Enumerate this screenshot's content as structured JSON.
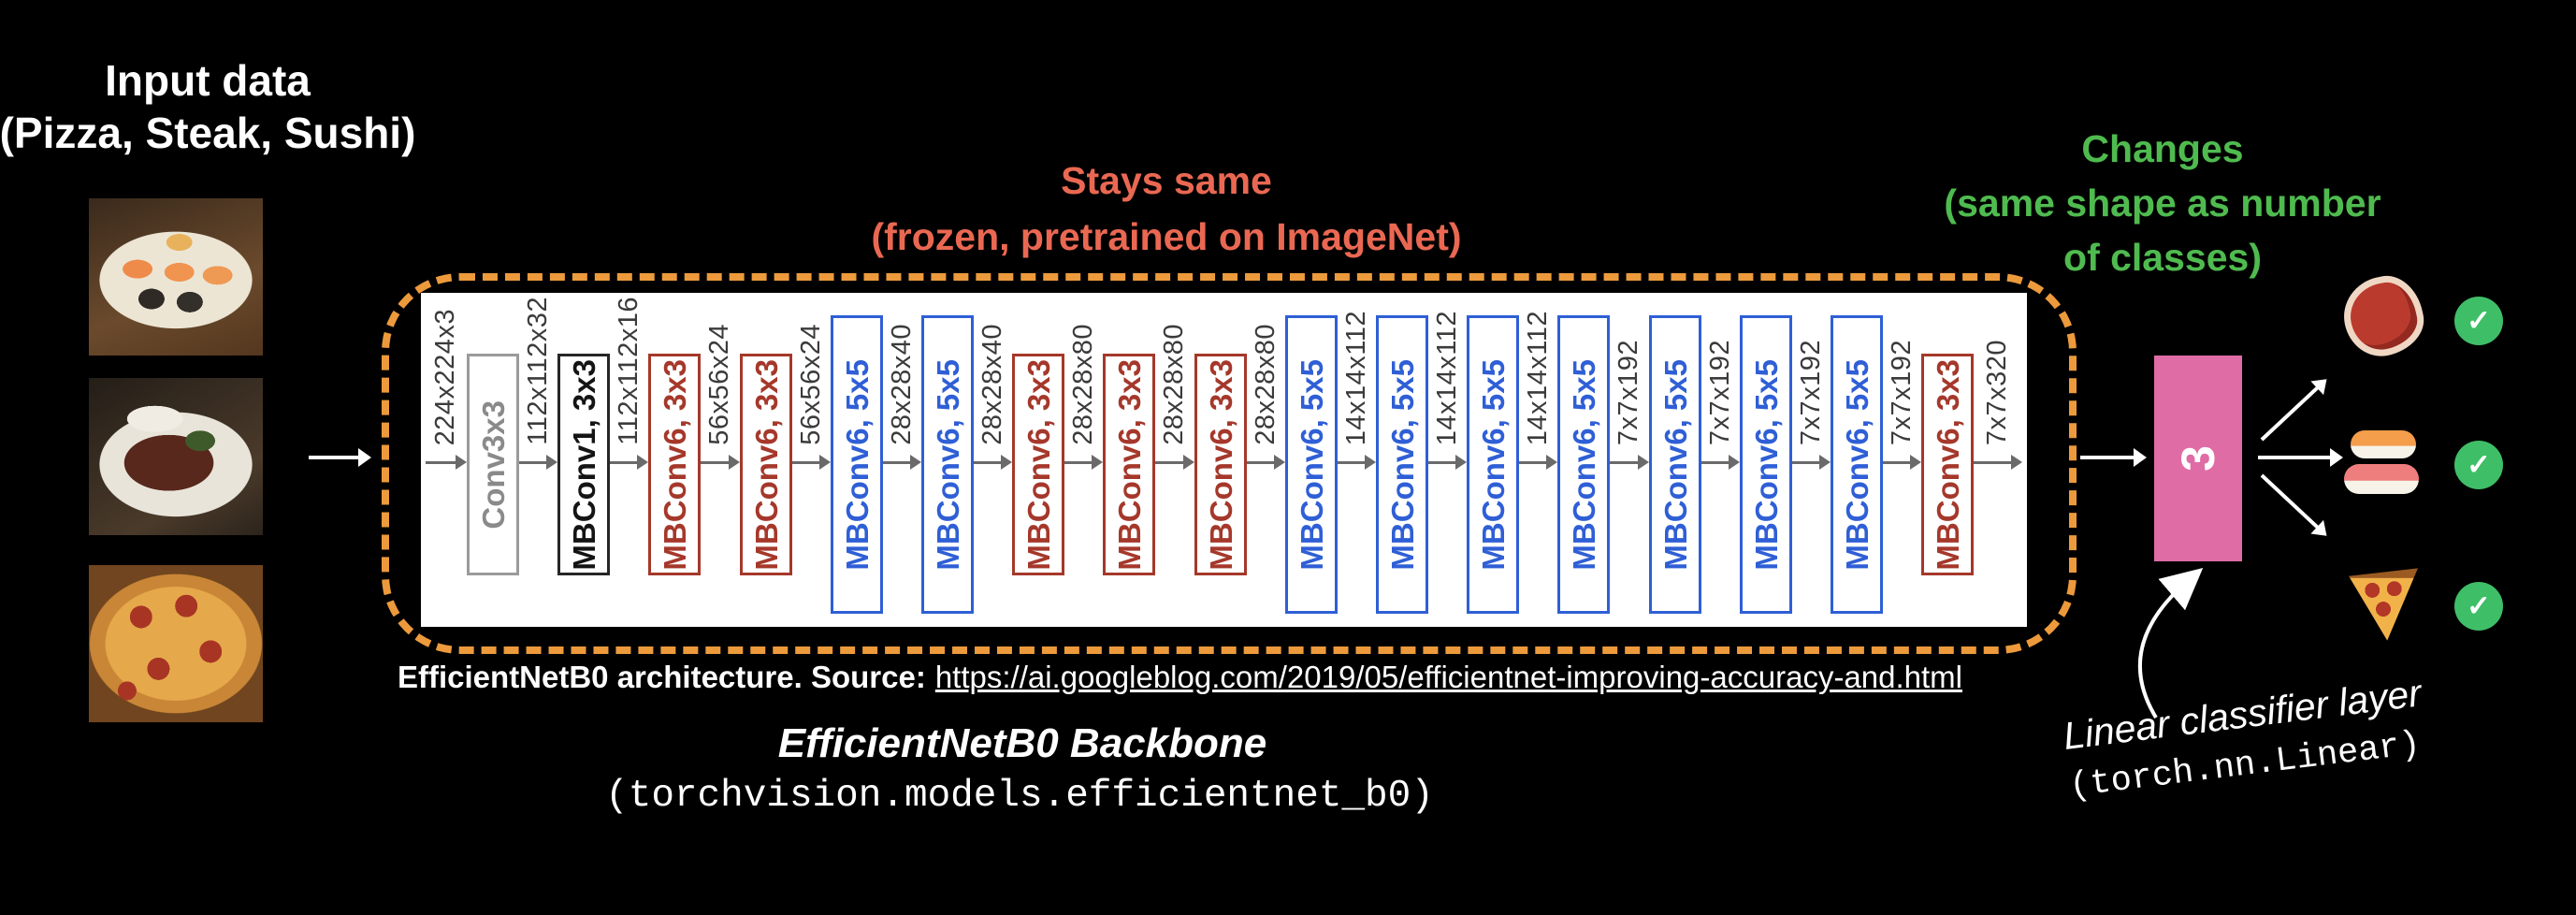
{
  "input": {
    "heading_line1": "Input data",
    "heading_line2": "(Pizza, Steak, Sushi)",
    "images": [
      {
        "name": "sushi"
      },
      {
        "name": "steak"
      },
      {
        "name": "pizza"
      }
    ]
  },
  "frozen": {
    "line1": "Stays same",
    "line2": "(frozen, pretrained on ImageNet)"
  },
  "changes": {
    "line1": "Changes",
    "line2": "(same shape as number",
    "line3": "of classes)"
  },
  "backbone": {
    "blocks": [
      {
        "label": "Conv3x3",
        "color": "gray",
        "in": "224x224x3"
      },
      {
        "label": "MBConv1, 3x3",
        "color": "black",
        "in": "112x112x32"
      },
      {
        "label": "MBConv6, 3x3",
        "color": "red",
        "in": "112x112x16"
      },
      {
        "label": "MBConv6, 3x3",
        "color": "red",
        "in": "56x56x24"
      },
      {
        "label": "MBConv6, 5x5",
        "color": "blue",
        "in": "56x56x24"
      },
      {
        "label": "MBConv6, 5x5",
        "color": "blue",
        "in": "28x28x40"
      },
      {
        "label": "MBConv6, 3x3",
        "color": "red",
        "in": "28x28x40"
      },
      {
        "label": "MBConv6, 3x3",
        "color": "red",
        "in": "28x28x80"
      },
      {
        "label": "MBConv6, 3x3",
        "color": "red",
        "in": "28x28x80"
      },
      {
        "label": "MBConv6, 5x5",
        "color": "blue",
        "in": "28x28x80"
      },
      {
        "label": "MBConv6, 5x5",
        "color": "blue",
        "in": "14x14x112"
      },
      {
        "label": "MBConv6, 5x5",
        "color": "blue",
        "in": "14x14x112"
      },
      {
        "label": "MBConv6, 5x5",
        "color": "blue",
        "in": "14x14x112"
      },
      {
        "label": "MBConv6, 5x5",
        "color": "blue",
        "in": "7x7x192"
      },
      {
        "label": "MBConv6, 5x5",
        "color": "blue",
        "in": "7x7x192"
      },
      {
        "label": "MBConv6, 5x5",
        "color": "blue",
        "in": "7x7x192"
      },
      {
        "label": "MBConv6, 3x3",
        "color": "red",
        "in": "7x7x192"
      }
    ],
    "output_dim": "7x7x320",
    "caption_text": "EfficientNetB0 architecture. Source:",
    "caption_link": "https://ai.googleblog.com/2019/05/efficientnet-improving-accuracy-and.html",
    "name": "EfficientNetB0 Backbone",
    "code": "(torchvision.models.efficientnet_b0)"
  },
  "classifier": {
    "units": "3",
    "label": "Linear classifier layer",
    "code": "(torch.nn.Linear)",
    "outputs": [
      {
        "name": "steak"
      },
      {
        "name": "sushi"
      },
      {
        "name": "pizza"
      }
    ],
    "check_glyph": "✓"
  },
  "colors": {
    "orange": "#EC9A3C",
    "frozen_red": "#EA6852",
    "changes_green": "#4FBB4F",
    "pink": "#E06CA6",
    "block_blue": "#2F5FD6",
    "block_red": "#A5382B",
    "check_green": "#3FBE68"
  }
}
